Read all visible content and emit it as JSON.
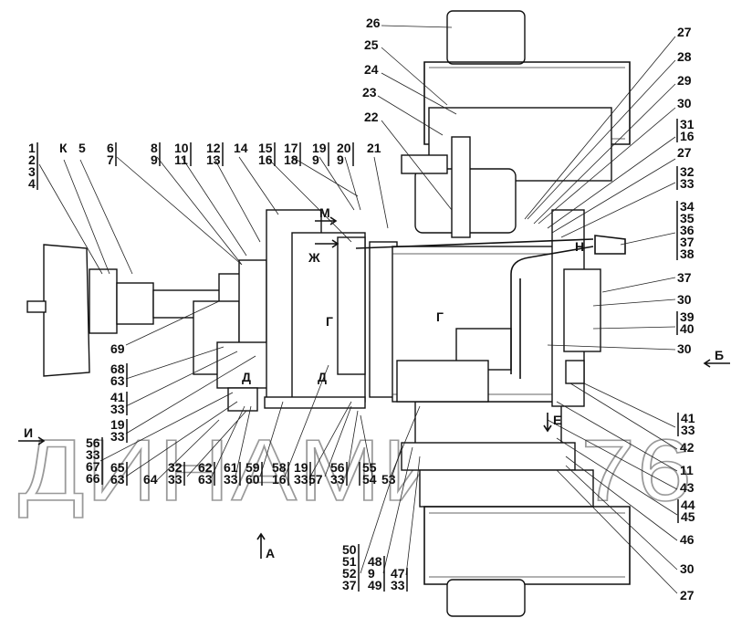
{
  "watermark": "ДИНАМИКА76",
  "view_markers": {
    "M": "М",
    "ZH": "Ж",
    "G1": "Г",
    "G2": "Г",
    "D1": "Д",
    "D2": "Д",
    "N": "Н",
    "E": "Е",
    "B": "Б",
    "I": "И",
    "A": "А",
    "K": "К"
  },
  "callouts": [
    {
      "id": "c26",
      "lines": [
        "26"
      ]
    },
    {
      "id": "c25",
      "lines": [
        "25"
      ]
    },
    {
      "id": "c24",
      "lines": [
        "24"
      ]
    },
    {
      "id": "c23",
      "lines": [
        "23"
      ]
    },
    {
      "id": "c22",
      "lines": [
        "22"
      ]
    },
    {
      "id": "r27a",
      "lines": [
        "27"
      ]
    },
    {
      "id": "r28",
      "lines": [
        "28"
      ]
    },
    {
      "id": "r29",
      "lines": [
        "29"
      ]
    },
    {
      "id": "r30a",
      "lines": [
        "30"
      ]
    },
    {
      "id": "r31",
      "lines": [
        "31",
        "16"
      ]
    },
    {
      "id": "r27b",
      "lines": [
        "27"
      ]
    },
    {
      "id": "r32",
      "lines": [
        "32",
        "33"
      ]
    },
    {
      "id": "r34",
      "lines": [
        "34",
        "35",
        "36",
        "37",
        "38"
      ]
    },
    {
      "id": "r37",
      "lines": [
        "37"
      ]
    },
    {
      "id": "r30b",
      "lines": [
        "30"
      ]
    },
    {
      "id": "r39",
      "lines": [
        "39",
        "40"
      ]
    },
    {
      "id": "r30c",
      "lines": [
        "30"
      ]
    },
    {
      "id": "r41",
      "lines": [
        "41",
        "33"
      ]
    },
    {
      "id": "r42",
      "lines": [
        "42"
      ]
    },
    {
      "id": "r11",
      "lines": [
        "11"
      ]
    },
    {
      "id": "r43",
      "lines": [
        "43"
      ]
    },
    {
      "id": "r44",
      "lines": [
        "44",
        "45"
      ]
    },
    {
      "id": "r46",
      "lines": [
        "46"
      ]
    },
    {
      "id": "r30d",
      "lines": [
        "30"
      ]
    },
    {
      "id": "r27c",
      "lines": [
        "27"
      ]
    },
    {
      "id": "t1",
      "lines": [
        "1",
        "2",
        "3",
        "4"
      ]
    },
    {
      "id": "tK",
      "lines": [
        "К"
      ]
    },
    {
      "id": "t5",
      "lines": [
        "5"
      ]
    },
    {
      "id": "t6",
      "lines": [
        "6",
        "7"
      ]
    },
    {
      "id": "t8",
      "lines": [
        "8",
        "9"
      ]
    },
    {
      "id": "t10",
      "lines": [
        "10",
        "11"
      ]
    },
    {
      "id": "t12",
      "lines": [
        "12",
        "13"
      ]
    },
    {
      "id": "t14",
      "lines": [
        "14"
      ]
    },
    {
      "id": "t15",
      "lines": [
        "15",
        "16"
      ]
    },
    {
      "id": "t17",
      "lines": [
        "17",
        "18"
      ]
    },
    {
      "id": "t19",
      "lines": [
        "19",
        "9"
      ]
    },
    {
      "id": "t20",
      "lines": [
        "20",
        "9"
      ]
    },
    {
      "id": "t21",
      "lines": [
        "21"
      ]
    },
    {
      "id": "l69",
      "lines": [
        "69"
      ]
    },
    {
      "id": "l68",
      "lines": [
        "68",
        "63"
      ]
    },
    {
      "id": "l41",
      "lines": [
        "41",
        "33"
      ]
    },
    {
      "id": "l19",
      "lines": [
        "19",
        "33"
      ]
    },
    {
      "id": "b56a",
      "lines": [
        "56",
        "33",
        "67",
        "66"
      ]
    },
    {
      "id": "b65",
      "lines": [
        "65",
        "63"
      ]
    },
    {
      "id": "b64",
      "lines": [
        "64"
      ]
    },
    {
      "id": "b32",
      "lines": [
        "32",
        "33"
      ]
    },
    {
      "id": "b62",
      "lines": [
        "62",
        "63"
      ]
    },
    {
      "id": "b61",
      "lines": [
        "61",
        "33"
      ]
    },
    {
      "id": "b59",
      "lines": [
        "59",
        "60"
      ]
    },
    {
      "id": "b58",
      "lines": [
        "58",
        "16"
      ]
    },
    {
      "id": "b19",
      "lines": [
        "19",
        "33"
      ]
    },
    {
      "id": "b57",
      "lines": [
        "57"
      ]
    },
    {
      "id": "b56b",
      "lines": [
        "56",
        "33"
      ]
    },
    {
      "id": "b55",
      "lines": [
        "55",
        "54"
      ]
    },
    {
      "id": "b53",
      "lines": [
        "53"
      ]
    },
    {
      "id": "f50",
      "lines": [
        "50",
        "51",
        "52",
        "37"
      ]
    },
    {
      "id": "f48",
      "lines": [
        "48",
        "9",
        "49"
      ]
    },
    {
      "id": "f47",
      "lines": [
        "47",
        "33"
      ]
    }
  ]
}
